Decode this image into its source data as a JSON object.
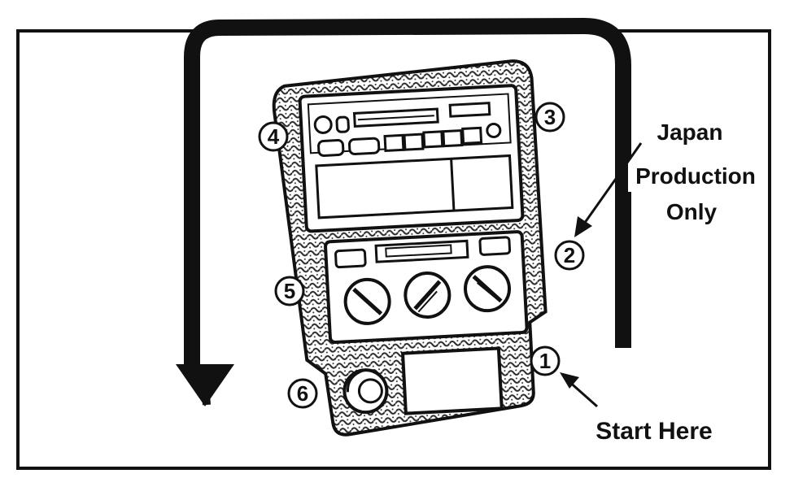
{
  "diagram": {
    "step_markers": [
      "1",
      "2",
      "3",
      "4",
      "5",
      "6"
    ],
    "annotations": {
      "japan_note": [
        "Japan",
        "Production",
        "Only"
      ],
      "start_note": "Start Here"
    },
    "colors": {
      "ink": "#111111",
      "background": "#ffffff",
      "texture": "#2a2a2a"
    }
  }
}
